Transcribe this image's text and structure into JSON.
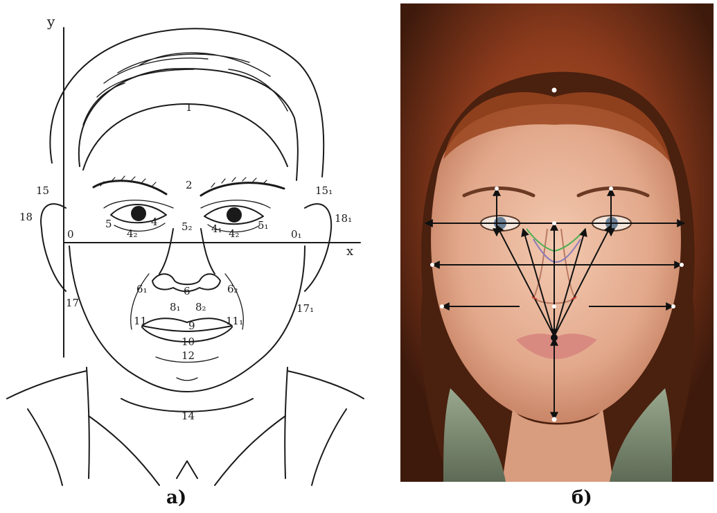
{
  "captions": {
    "left": "a)",
    "right": "б)"
  },
  "axes": {
    "y": "y",
    "x": "x",
    "origin_left": "0",
    "origin_right": "0₁"
  },
  "landmarks": [
    {
      "id": "1",
      "label": "1"
    },
    {
      "id": "2",
      "label": "2"
    },
    {
      "id": "4",
      "label": "4"
    },
    {
      "id": "4-1",
      "label": "4₁"
    },
    {
      "id": "4a",
      "label": "4₂"
    },
    {
      "id": "4a-1",
      "label": "4₂"
    },
    {
      "id": "5",
      "label": "5"
    },
    {
      "id": "5-1",
      "label": "5₁"
    },
    {
      "id": "5a",
      "label": "5₂"
    },
    {
      "id": "6",
      "label": "6₁"
    },
    {
      "id": "6-2",
      "label": "6₂"
    },
    {
      "id": "6c",
      "label": "6"
    },
    {
      "id": "8",
      "label": "8₁"
    },
    {
      "id": "8-2",
      "label": "8₂"
    },
    {
      "id": "9",
      "label": "9"
    },
    {
      "id": "10",
      "label": "10"
    },
    {
      "id": "11",
      "label": "11"
    },
    {
      "id": "11-1",
      "label": "11₁"
    },
    {
      "id": "12",
      "label": "12"
    },
    {
      "id": "14",
      "label": "14"
    },
    {
      "id": "15",
      "label": "15"
    },
    {
      "id": "15-1",
      "label": "15₁"
    },
    {
      "id": "17",
      "label": "17"
    },
    {
      "id": "17-1",
      "label": "17₁"
    },
    {
      "id": "18",
      "label": "18"
    },
    {
      "id": "18-1",
      "label": "18₁"
    }
  ],
  "colors": {
    "ink": "#1a1a1a",
    "hair": "#8a3a1c",
    "skin": "#e8b49a",
    "marker_white": "#ffffff",
    "marker_green": "#4caf50",
    "marker_violet": "#8a7ab8"
  }
}
